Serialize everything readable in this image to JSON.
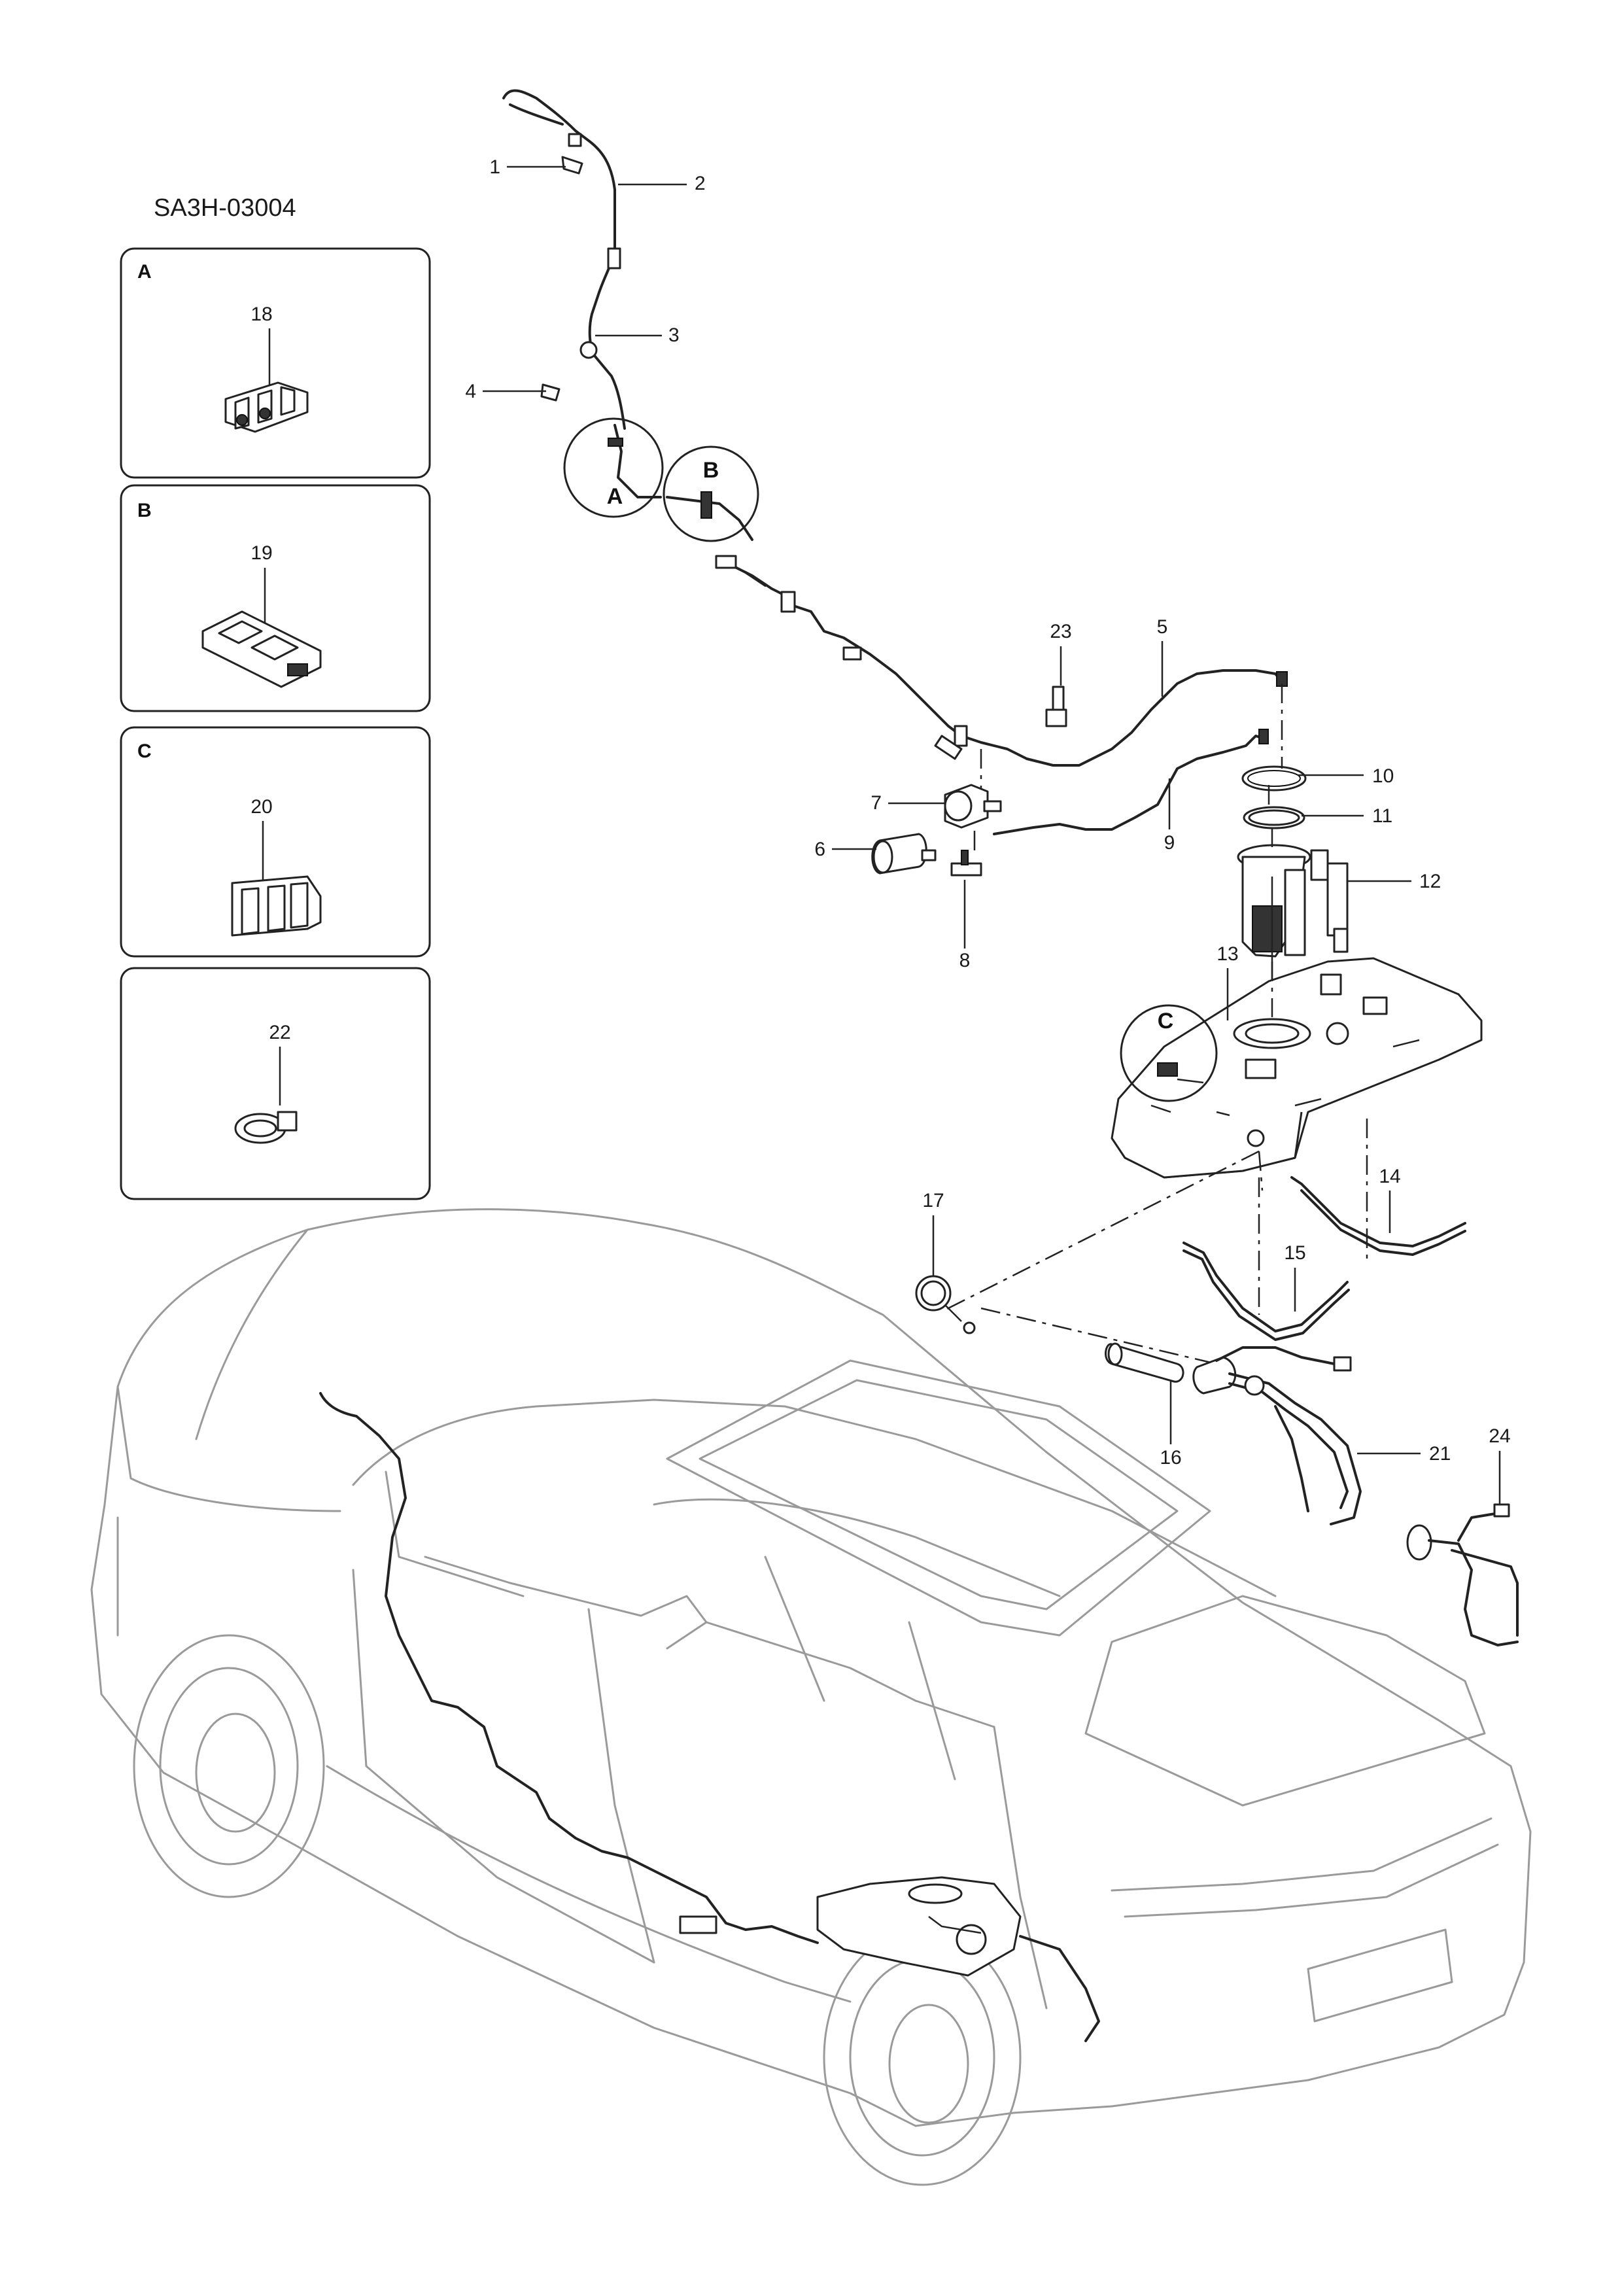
{
  "document_code": "SA3H-03004",
  "detail_panels": [
    {
      "letter": "A",
      "part_number": "18"
    },
    {
      "letter": "B",
      "part_number": "19"
    },
    {
      "letter": "C",
      "part_number": "20"
    },
    {
      "letter": "",
      "part_number": "22"
    }
  ],
  "detail_circles": [
    "A",
    "B",
    "C"
  ],
  "callouts": [
    "1",
    "2",
    "3",
    "4",
    "5",
    "6",
    "7",
    "8",
    "9",
    "10",
    "11",
    "12",
    "13",
    "14",
    "15",
    "16",
    "17",
    "21",
    "23",
    "24"
  ]
}
